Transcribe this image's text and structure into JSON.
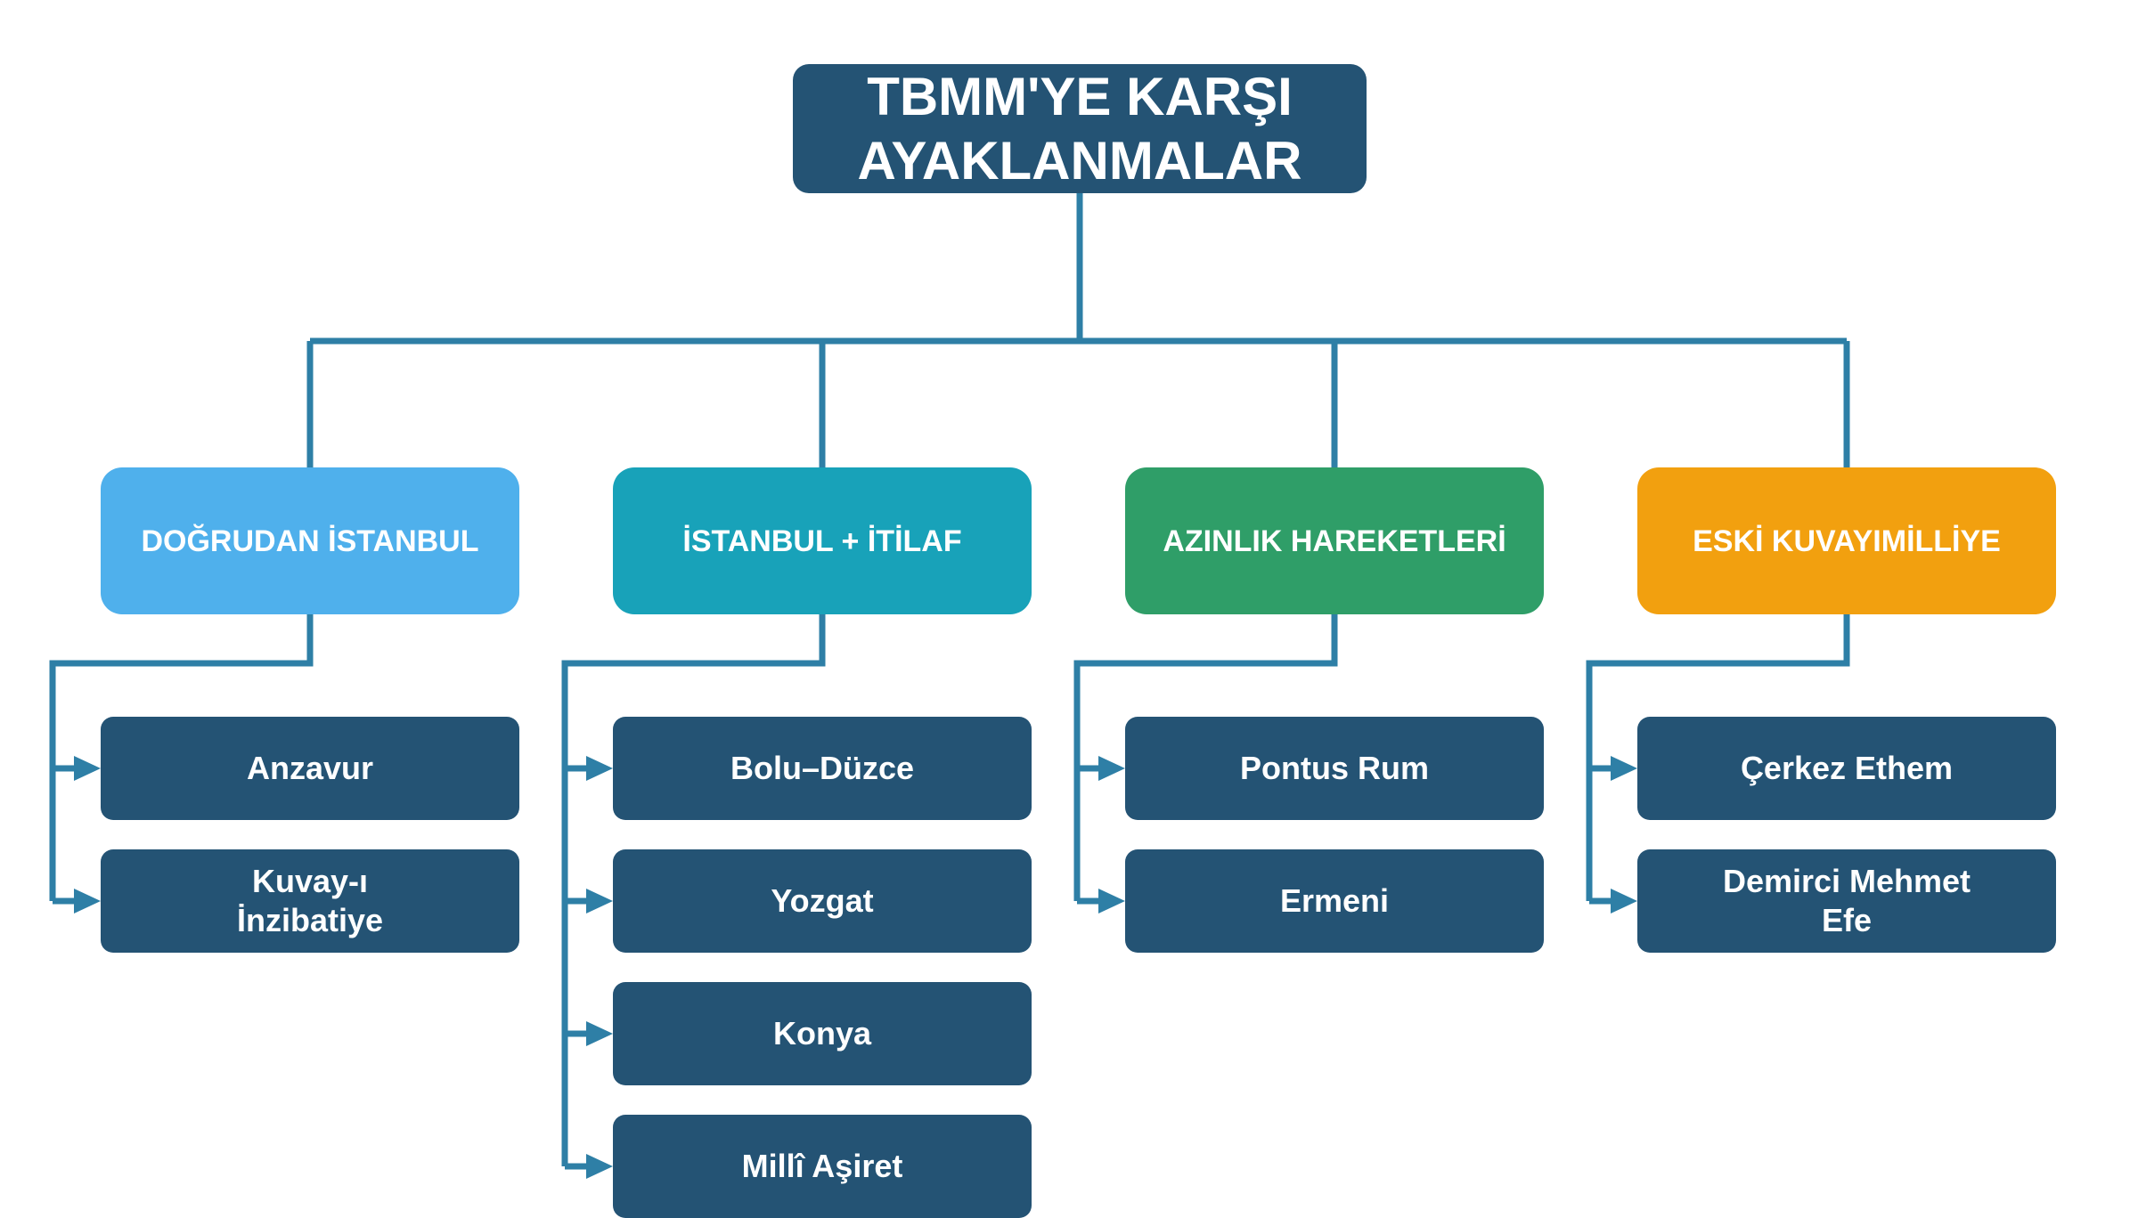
{
  "root": {
    "label": "TBMM'YE KARŞI\nAYAKLANMALAR",
    "color": "#245374"
  },
  "categories": [
    {
      "label": "DOĞRUDAN İSTANBUL",
      "color": "#4fb0ec",
      "items": [
        "Anzavur",
        "Kuvay-ı\nİnzibatiye"
      ]
    },
    {
      "label": "İSTANBUL + İTİLAF",
      "color": "#18a2b9",
      "items": [
        "Bolu–Düzce",
        "Yozgat",
        "Konya",
        "Millî Aşiret"
      ]
    },
    {
      "label": "AZINLIK HAREKETLERİ",
      "color": "#2f9e68",
      "items": [
        "Pontus Rum",
        "Ermeni"
      ]
    },
    {
      "label": "ESKİ KUVAYIMİLLİYE",
      "color": "#f2a00f",
      "items": [
        "Çerkez Ethem",
        "Demirci Mehmet\nEfe"
      ]
    }
  ],
  "colors": {
    "leaf": "#245374",
    "connector": "#2e7fa6",
    "text": "#ffffff"
  }
}
